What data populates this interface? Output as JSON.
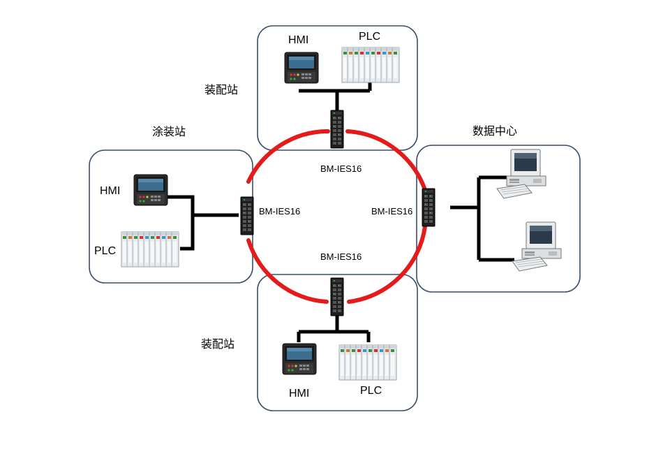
{
  "stations": {
    "top": {
      "title": "装配站",
      "hmi": "HMI",
      "plc": "PLC"
    },
    "left": {
      "title": "涂装站",
      "hmi": "HMI",
      "plc": "PLC"
    },
    "bottom": {
      "title": "装配站",
      "hmi": "HMI",
      "plc": "PLC"
    },
    "right": {
      "title": "数据中心"
    }
  },
  "switches": {
    "top": "BM-IES16",
    "left": "BM-IES16",
    "right": "BM-IES16",
    "bottom": "BM-IES16"
  },
  "colors": {
    "ring": "#e31b1b",
    "box_border": "#3a4f6b",
    "cable": "#000000"
  }
}
